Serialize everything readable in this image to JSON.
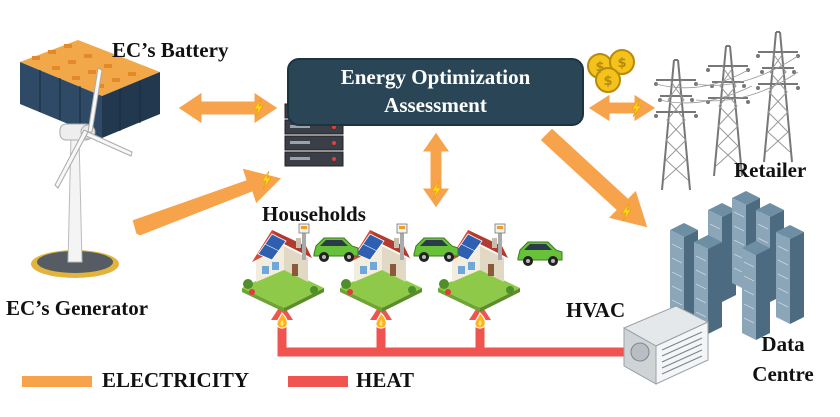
{
  "labels": {
    "battery": "EC’s Battery",
    "generator": "EC’s Generator",
    "households": "Households",
    "retailer": "Retailer",
    "hvac": "HVAC",
    "data_centre_line1": "Data",
    "data_centre_line2": "Centre"
  },
  "center_box": {
    "line1": "Energy Optimization",
    "line2": "Assessment"
  },
  "legend": {
    "electricity": "ELECTRICITY",
    "heat": "HEAT"
  },
  "colors": {
    "electricity": "#f7a34b",
    "heat": "#f05450",
    "box": "#2a4656",
    "bolt": "#ffd21f"
  },
  "icons": [
    "battery-icon",
    "wind-turbine-icon",
    "server-icon",
    "coins-icon",
    "power-tower-icon",
    "house-icon",
    "electric-car-icon",
    "data-centre-icon",
    "hvac-unit-icon",
    "lightning-bolt-icon",
    "flame-icon"
  ]
}
